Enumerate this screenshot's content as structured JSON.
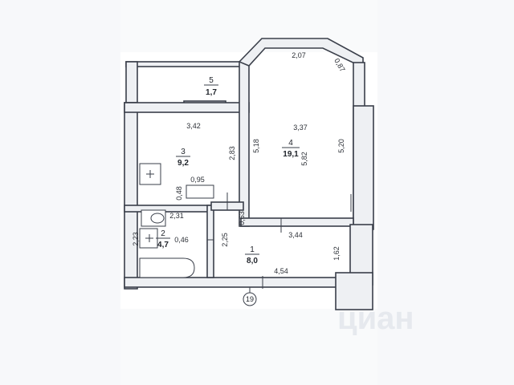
{
  "rooms": [
    {
      "id": "1",
      "number": "1",
      "area": "8,0"
    },
    {
      "id": "2",
      "number": "2",
      "area": "4,7"
    },
    {
      "id": "3",
      "number": "3",
      "area": "9,2"
    },
    {
      "id": "4",
      "number": "4",
      "area": "19,1"
    },
    {
      "id": "5",
      "number": "5",
      "area": "1,7"
    }
  ],
  "dimensions": {
    "room4_top": "2,07",
    "room4_bay_diag": "0,87",
    "room4_width": "3,37",
    "room4_left": "5,18",
    "room4_right": "5,20",
    "room4_inner": "5,82",
    "room3_width": "3,42",
    "room3_depth": "2,83",
    "niche_width": "0,95",
    "niche_depth": "0,48",
    "bath_width": "2,31",
    "bath_depth": "2,23",
    "bath_door": "0,46",
    "bath_jamb": "0,63",
    "corridor_left": "2,25",
    "corridor_top": "3,44",
    "corridor_right": "1,62",
    "corridor_bottom": "4,54"
  },
  "axis_marker": "19",
  "watermark": "циан",
  "colors": {
    "line": "#3a3f4a",
    "wall_fill": "#eef0f3",
    "watermark": "#e6e9ee"
  }
}
